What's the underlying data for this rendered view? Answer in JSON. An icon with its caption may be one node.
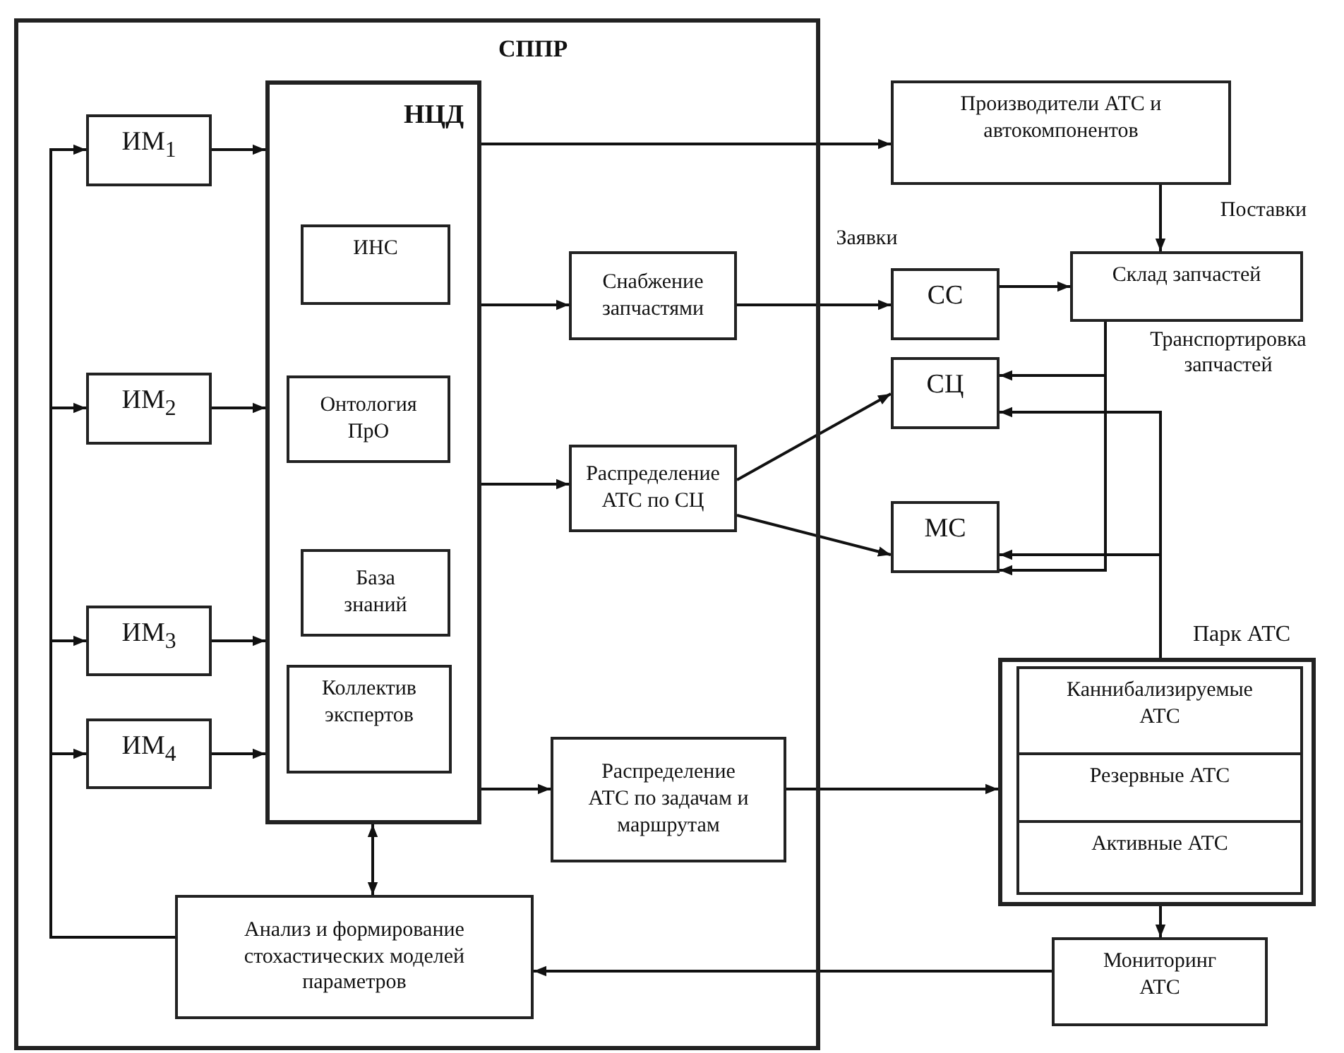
{
  "diagram": {
    "nodes": [
      {
        "text": [
          "СППР"
        ]
      },
      {
        "text": [
          "НЦД"
        ],
        "in": 0
      },
      {
        "text": [
          "ИНС"
        ],
        "in": 1
      },
      {
        "text": [
          "Онтология ПрО"
        ],
        "in": 1
      },
      {
        "text": [
          "База знаний"
        ],
        "in": 1
      },
      {
        "text": [
          "Коллектив экспертов"
        ],
        "in": 1
      },
      {
        "text": [
          "ИМ$_{1}$"
        ],
        "in": 0
      },
      {
        "text": [
          "ИМ$_{2}$"
        ],
        "in": 0
      },
      {
        "text": [
          "ИМ$_{3}$"
        ],
        "in": 0
      },
      {
        "text": [
          "ИМ$_{4}$"
        ],
        "in": 0
      },
      {
        "text": [
          "Анализ и формирование стохастических моделей параметров"
        ],
        "in": 0
      },
      {
        "text": [
          "Снабжение запчастями"
        ],
        "in": 0
      },
      {
        "text": [
          "Распределение АТС по СЦ"
        ],
        "in": 0
      },
      {
        "text": [
          "Распределение АТС по задачам и маршрутам"
        ],
        "in": 0
      },
      {
        "text": [
          "Производители АТС и автокомпонентов"
        ]
      },
      {
        "text": [
          "СС"
        ]
      },
      {
        "text": [
          "Склад запчастей"
        ]
      },
      {
        "text": [
          "СЦ"
        ]
      },
      {
        "text": [
          "МС"
        ]
      },
      {
        "text": [
          "Парк АТС"
        ]
      },
      {
        "text": [
          "Каннибализируемые АТС"
        ],
        "in": 19
      },
      {
        "text": [
          "Резервные  АТС"
        ],
        "in": 19
      },
      {
        "text": [
          "Активные АТС"
        ],
        "in": 19
      },
      {
        "text": [
          "Мониторинг АТС"
        ]
      }
    ],
    "edges": [
      {
        "from": 6,
        "to": 1,
        "arrow": "to"
      },
      {
        "from": 7,
        "to": 1,
        "arrow": "to"
      },
      {
        "from": 8,
        "to": 1,
        "arrow": "to"
      },
      {
        "from": 9,
        "to": 1,
        "arrow": "to"
      },
      {
        "from": 10,
        "to": 6,
        "arrow": "to"
      },
      {
        "from": 10,
        "to": 7,
        "arrow": "to"
      },
      {
        "from": 10,
        "to": 8,
        "arrow": "to"
      },
      {
        "from": 10,
        "to": 9,
        "arrow": "to"
      },
      {
        "from": 1,
        "to": 10,
        "arrow": "both"
      },
      {
        "from": 1,
        "to": 14,
        "arrow": "to"
      },
      {
        "from": 1,
        "to": 11,
        "arrow": "to"
      },
      {
        "from": 1,
        "to": 12,
        "arrow": "to"
      },
      {
        "from": 1,
        "to": 13,
        "arrow": "to"
      },
      {
        "from": 11,
        "to": 15,
        "arrow": "to",
        "label": "Заявки"
      },
      {
        "from": 15,
        "to": 16,
        "arrow": "to"
      },
      {
        "from": 14,
        "to": 16,
        "arrow": "to",
        "label": "Поставки"
      },
      {
        "from": 16,
        "to": 17,
        "arrow": "to",
        "label": "Транспортировка запчастей"
      },
      {
        "from": 16,
        "to": 18,
        "arrow": "to"
      },
      {
        "from": 19,
        "to": 17,
        "arrow": "to"
      },
      {
        "from": 19,
        "to": 18,
        "arrow": "to"
      },
      {
        "from": 12,
        "to": 17,
        "arrow": "to"
      },
      {
        "from": 12,
        "to": 18,
        "arrow": "to"
      },
      {
        "from": 13,
        "to": 19,
        "arrow": "to"
      },
      {
        "from": 19,
        "to": 23,
        "arrow": "to"
      },
      {
        "from": 23,
        "to": 10,
        "arrow": "to"
      }
    ]
  }
}
